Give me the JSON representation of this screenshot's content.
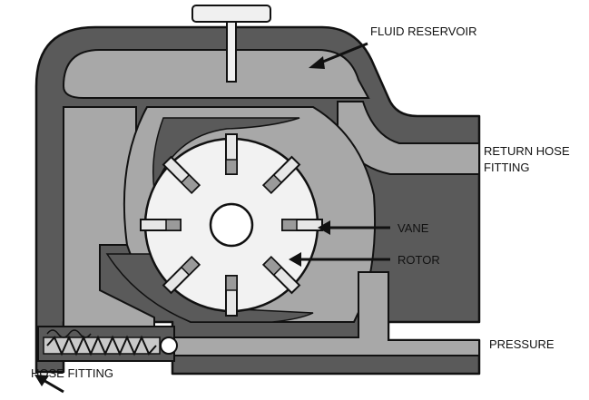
{
  "labels": {
    "fluid_reservoir": "FLUID RESERVOIR",
    "return_hose_line1": "RETURN HOSE",
    "return_hose_line2": "FITTING",
    "vane": "VANE",
    "rotor": "ROTOR",
    "pressure": "PRESSURE",
    "hose_fitting": "HOSE FITTING"
  },
  "colors": {
    "housing_dark": "#5a5a5a",
    "passage_light": "#a8a8a8",
    "rotor_face": "#f2f2f2",
    "vane_fill": "#e6e6e6",
    "outline": "#111111"
  }
}
